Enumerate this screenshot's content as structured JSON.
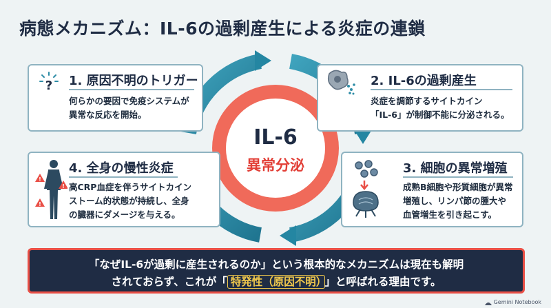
{
  "title": "病態メカニズム：IL-6の過剰産生による炎症の連鎖",
  "center": {
    "line1": "IL-6",
    "line2": "異常分泌"
  },
  "cards": [
    {
      "title": "1. 原因不明のトリガー",
      "body": [
        "何らかの要因で免疫システムが",
        "異常な反応を開始。"
      ],
      "icon": "question-icon"
    },
    {
      "title": "2. IL-6の過剰産生",
      "body": [
        "炎症を調節するサイトカイン",
        "「IL-6」が制御不能に分泌される。"
      ],
      "icon": "cell-secretion-icon"
    },
    {
      "title": "3. 細胞の異常増殖",
      "body": [
        "成熟B細胞や形質細胞が異常",
        "増殖し、リンパ節の腫大や",
        "血管増生を引き起こす。"
      ],
      "icon": "lymph-node-icon"
    },
    {
      "title": "4. 全身の慢性炎症",
      "body": [
        "高CRP血症を伴うサイトカイン",
        "ストーム的状態が持続し、全身",
        "の臓器にダメージを与える。"
      ],
      "icon": "body-warning-icon"
    }
  ],
  "banner": {
    "line1": "「なぜIL-6が過剰に産生されるのか」という根本的なメカニズムは現在も解明",
    "line2_pre": "されておらず、これが「",
    "line2_hl": "特発性（原因不明）",
    "line2_post": "」と呼ばれる理由です。"
  },
  "watermark": "Gemini Notebook",
  "colors": {
    "navy": "#1f2c44",
    "teal": "#2d8ca6",
    "red": "#e94f46",
    "border": "#8fb3c1"
  }
}
